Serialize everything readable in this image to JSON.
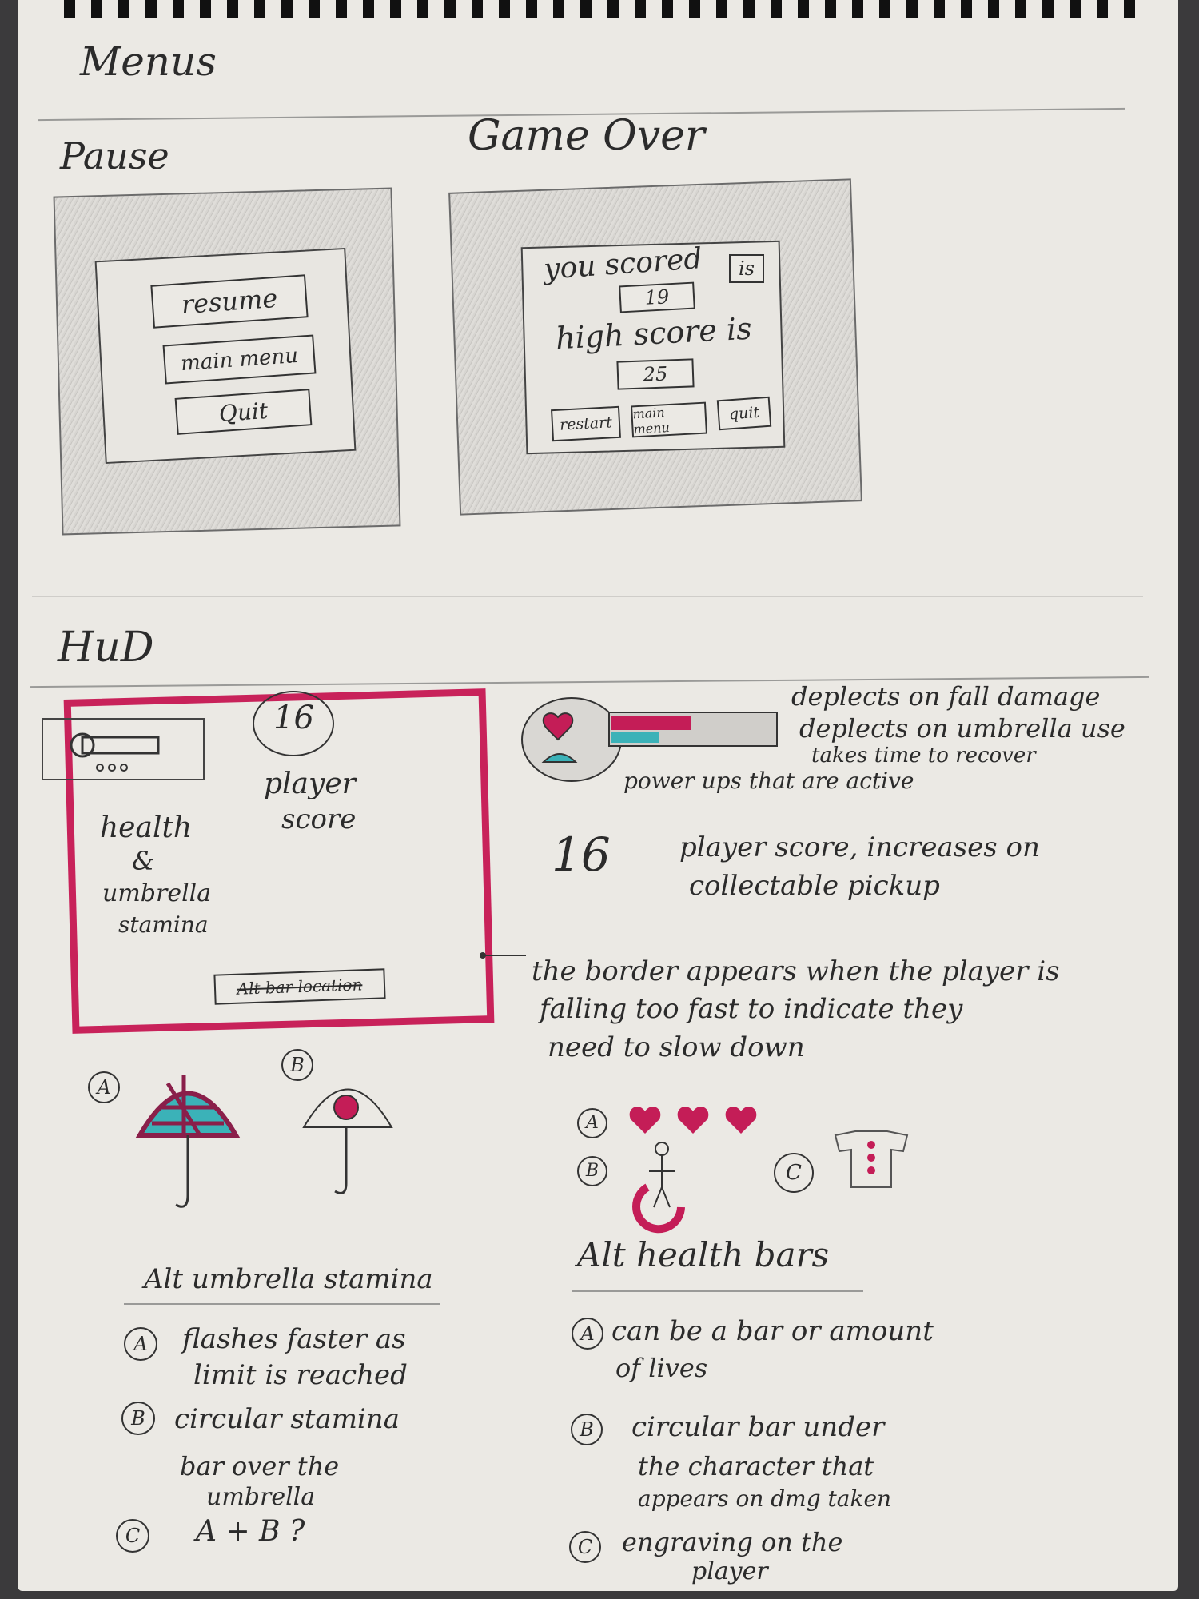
{
  "sections": {
    "menus_title": "Menus",
    "hud_title": "HuD"
  },
  "pause": {
    "title": "Pause",
    "buttons": [
      "resume",
      "main menu",
      "Quit"
    ]
  },
  "game_over": {
    "title": "Game Over",
    "you_scored": "you scored",
    "is_label": "is",
    "score": "19",
    "high_score_label": "high score is",
    "high_score": "25",
    "buttons": [
      "restart",
      "main menu",
      "quit"
    ]
  },
  "hud": {
    "score_value": "16",
    "score_label_1": "player",
    "score_label_2": "score",
    "health_label_1": "health",
    "health_label_2": "&",
    "health_label_3": "umbrella",
    "health_label_4": "stamina",
    "alt_bar_label": "Alt bar location",
    "colors": {
      "accent": "#c8225a",
      "teal": "#3bb2b8"
    }
  },
  "annotations": {
    "health_bar_note": "deplects on fall damage",
    "stamina_note": "deplects on umbrella use",
    "stamina_note_2": "takes time to recover",
    "powerups_note": "power ups that are active",
    "score_big": "16",
    "score_note_1": "player score, increases on",
    "score_note_2": "collectable pickup",
    "border_note_1": "the border appears when the player is",
    "border_note_2": "falling too fast to indicate they",
    "border_note_3": "need to slow down"
  },
  "alt_umbrella": {
    "title": "Alt umbrella stamina",
    "option_a_marker": "A",
    "option_b_marker": "B",
    "items": [
      {
        "marker": "A",
        "line1": "flashes faster as",
        "line2": "limit is reached"
      },
      {
        "marker": "B",
        "line1": "circular stamina",
        "line2": "bar over the",
        "line3": "umbrella"
      },
      {
        "marker": "C",
        "line1": "A + B ?"
      }
    ]
  },
  "alt_health": {
    "title": "Alt health bars",
    "option_a_marker": "A",
    "option_b_marker": "B",
    "option_c_marker": "C",
    "items": [
      {
        "marker": "A",
        "line1": "can be a bar or amount",
        "line2": "of lives"
      },
      {
        "marker": "B",
        "line1": "circular bar under",
        "line2": "the character that",
        "line3": "appears on dmg taken"
      },
      {
        "marker": "C",
        "line1": "engraving on the",
        "line2": "player"
      }
    ]
  }
}
